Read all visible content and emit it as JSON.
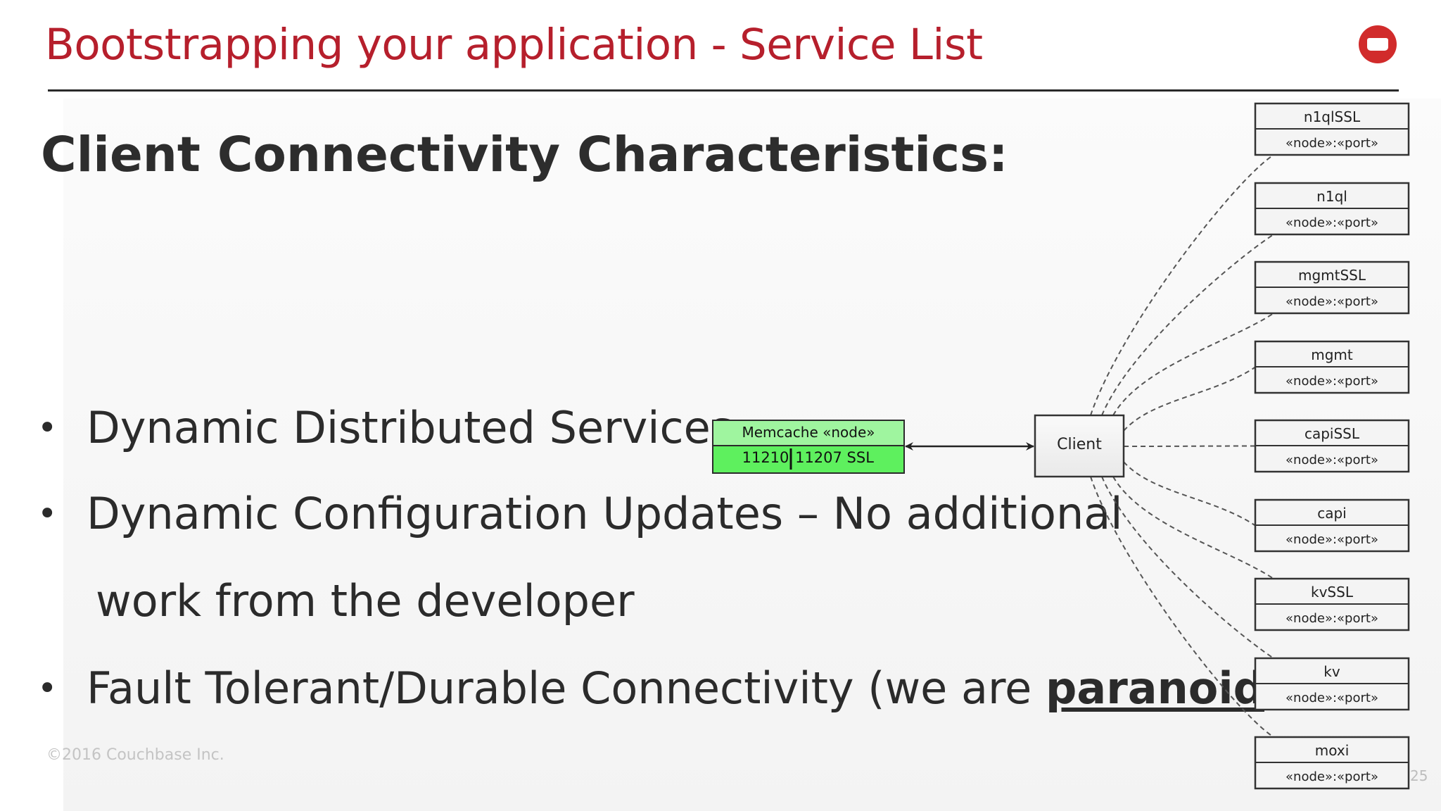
{
  "slide": {
    "title": "Bootstrapping your application - Service List",
    "subtitle": "Client Connectivity Characteristics:",
    "bullets": {
      "b1": "Dynamic Distributed Services",
      "b2": "Dynamic Configuration Updates – No additional",
      "b2_cont": "work from the developer",
      "b3_prefix": "Fault Tolerant/Durable Connectivity (we are ",
      "b3_emph": "paranoid",
      "b3_suffix": ")"
    },
    "bullet_char": "•",
    "footer": "©2016 Couchbase Inc.",
    "page_number": "25"
  },
  "diagram": {
    "memcache_label": "Memcache «node»",
    "memcache_ports": "11210",
    "memcache_ports_ssl": "11207 SSL",
    "client_label": "Client",
    "service_sub": "«node»:«port»",
    "services": [
      "n1qlSSL",
      "n1ql",
      "mgmtSSL",
      "mgmt",
      "capiSSL",
      "capi",
      "kvSSL",
      "kv",
      "moxi"
    ]
  },
  "colors": {
    "title": "#b61f2c",
    "logo": "#d12b2b",
    "memcache_fill": "#5ef05e",
    "memcache_header": "#9ff59f",
    "box_fill": "#f4f4f4"
  }
}
